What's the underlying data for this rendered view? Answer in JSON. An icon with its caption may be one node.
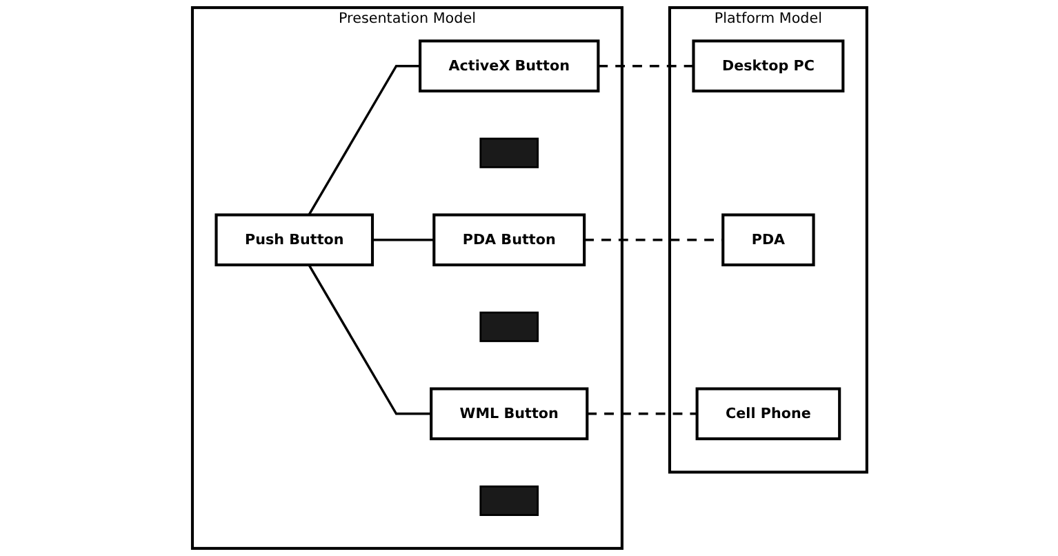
{
  "diagram": {
    "nodes": [
      {
        "text": [
          "Presentation Model"
        ]
      },
      {
        "text": [
          "Push Button"
        ],
        "in": 0
      },
      {
        "text": [
          "ActiveX Button"
        ],
        "in": 0
      },
      {
        "text": [],
        "shape": "box",
        "in": 0
      },
      {
        "text": [
          "PDA Button"
        ],
        "in": 0
      },
      {
        "text": [],
        "shape": "box",
        "in": 0
      },
      {
        "text": [
          "WML Button"
        ],
        "in": 0
      },
      {
        "text": [],
        "shape": "box",
        "in": 0
      },
      {
        "text": [
          "Platform Model"
        ]
      },
      {
        "text": [
          "Desktop PC"
        ],
        "in": 8
      },
      {
        "text": [
          "PDA"
        ],
        "in": 8
      },
      {
        "text": [
          "Cell Phone"
        ],
        "in": 8
      }
    ],
    "edges": [
      {
        "from": 1,
        "to": 2,
        "arrow": "none"
      },
      {
        "from": 1,
        "to": 4,
        "arrow": "none"
      },
      {
        "from": 1,
        "to": 6,
        "arrow": "none"
      },
      {
        "from": 2,
        "to": 9,
        "arrow": "none",
        "style": "dashed"
      },
      {
        "from": 4,
        "to": 10,
        "arrow": "none",
        "style": "dashed"
      },
      {
        "from": 6,
        "to": 11,
        "arrow": "none",
        "style": "dashed"
      }
    ]
  }
}
